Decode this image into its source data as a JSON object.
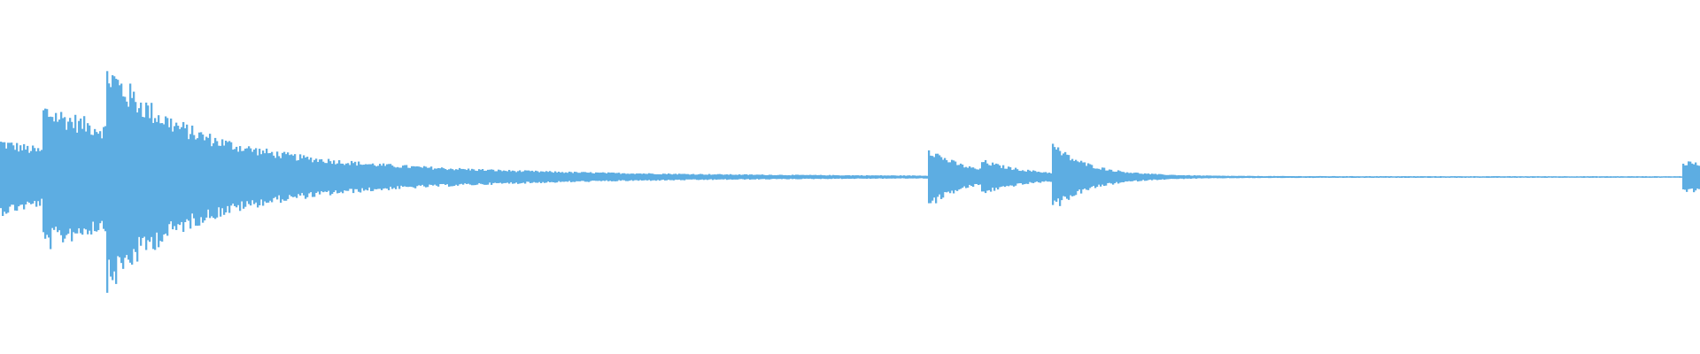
{
  "chart_data": {
    "type": "area",
    "kind": "audio-waveform",
    "title": "",
    "xlabel": "",
    "ylabel": "",
    "ylim": [
      -1,
      1
    ],
    "grid": false,
    "legend": "none",
    "color": "#5dade2",
    "bins": 480,
    "noise_floor": 0.004,
    "events": [
      {
        "onset_bin": 0,
        "peak": 0.19,
        "decay_bins": 40
      },
      {
        "onset_bin": 12,
        "peak": 0.23,
        "decay_bins": 60
      },
      {
        "onset_bin": 30,
        "peak": 0.33,
        "decay_bins": 18
      },
      {
        "onset_bin": 262,
        "peak": 0.15,
        "decay_bins": 10
      },
      {
        "onset_bin": 277,
        "peak": 0.05,
        "decay_bins": 15
      },
      {
        "onset_bin": 297,
        "peak": 0.15,
        "decay_bins": 10
      },
      {
        "onset_bin": 475,
        "peak": 0.075,
        "decay_bins": 50
      }
    ]
  }
}
